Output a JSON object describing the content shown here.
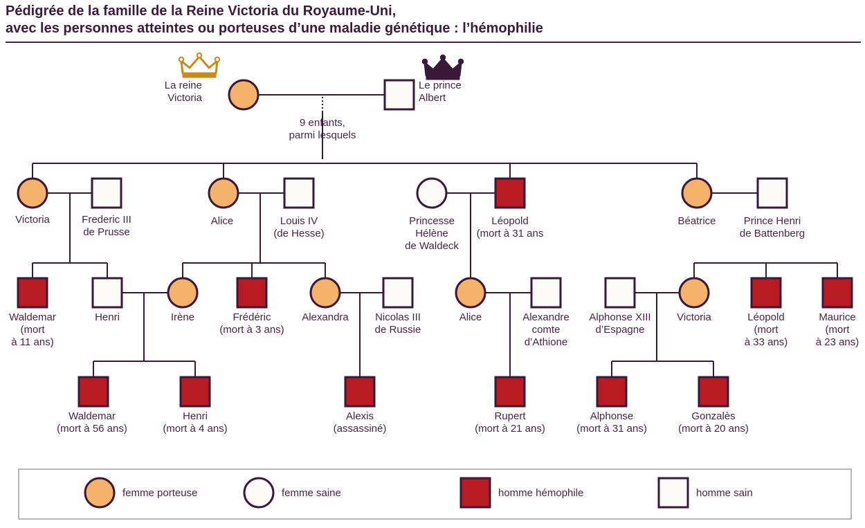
{
  "title": {
    "line1": "Pédigrée de la famille de la Reine Victoria du Royaume-Uni,",
    "line2": "avec les personnes atteintes ou porteuses d’une maladie génétique :  l’hémophilie"
  },
  "colors": {
    "stroke": "#3a1838",
    "carrier": "#f4b26b",
    "affected": "#b81b22",
    "healthy": "#fdfbf7",
    "crown_victoria": "#c98a19",
    "crown_albert": "#3a1838"
  },
  "icons": {
    "crown_victoria": "crown-icon",
    "crown_albert": "crown-icon"
  },
  "children_note": [
    "9 enfants,",
    "parmi lesquels"
  ],
  "people": {
    "victoria_queen": {
      "status": "carrier",
      "label": [
        "La reine",
        "Victoria"
      ]
    },
    "albert": {
      "status": "healthy",
      "label": [
        "Le prince",
        "Albert"
      ]
    },
    "victoria_daughter": {
      "status": "carrier",
      "label": [
        "Victoria"
      ]
    },
    "frederic": {
      "status": "healthy",
      "label": [
        "Frederic III",
        "de Prusse"
      ]
    },
    "alice": {
      "status": "carrier",
      "label": [
        "Alice"
      ]
    },
    "louis": {
      "status": "healthy",
      "label": [
        "Louis IV",
        "(de Hesse)"
      ]
    },
    "helene": {
      "status": "healthy",
      "label": [
        "Princesse",
        "Hélène",
        "de Waldeck"
      ]
    },
    "leopold": {
      "status": "affected",
      "label": [
        "Léopold",
        "(mort à 31 ans"
      ]
    },
    "beatrice": {
      "status": "carrier",
      "label": [
        "Béatrice"
      ]
    },
    "henri_battenberg": {
      "status": "healthy",
      "label": [
        "Prince Henri",
        "de Battenberg"
      ]
    },
    "waldemar1": {
      "status": "affected",
      "label": [
        "Waldemar",
        "(mort",
        "à 11 ans)"
      ]
    },
    "henri_prusse": {
      "status": "healthy",
      "label": [
        "Henri"
      ]
    },
    "irene": {
      "status": "carrier",
      "label": [
        "Irène"
      ]
    },
    "frederic_hesse": {
      "status": "affected",
      "label": [
        "Frédéric",
        "(mort à 3 ans)"
      ]
    },
    "alexandra": {
      "status": "carrier",
      "label": [
        "Alexandra"
      ]
    },
    "nicolas": {
      "status": "healthy",
      "label": [
        "Nicolas III",
        "de Russie"
      ]
    },
    "alice2": {
      "status": "carrier",
      "label": [
        "Alice"
      ]
    },
    "alexandre": {
      "status": "healthy",
      "label": [
        "Alexandre",
        "comte",
        "d’Athione"
      ]
    },
    "alphonse13": {
      "status": "healthy",
      "label": [
        "Alphonse XIII",
        "d’Espagne"
      ]
    },
    "victoria_eugenie": {
      "status": "carrier",
      "label": [
        "Victoria"
      ]
    },
    "leopold2": {
      "status": "affected",
      "label": [
        "Léopold",
        "(mort",
        "à 33 ans)"
      ]
    },
    "maurice": {
      "status": "affected",
      "label": [
        "Maurice",
        "(mort",
        "à 23 ans)"
      ]
    },
    "waldemar2": {
      "status": "affected",
      "label": [
        "Waldemar",
        "(mort à 56 ans)"
      ]
    },
    "henri2": {
      "status": "affected",
      "label": [
        "Henri",
        "(mort à 4 ans)"
      ]
    },
    "alexis": {
      "status": "affected",
      "label": [
        "Alexis",
        "(assassiné)"
      ]
    },
    "rupert": {
      "status": "affected",
      "label": [
        "Rupert",
        "(mort à 21 ans)"
      ]
    },
    "alphonse": {
      "status": "affected",
      "label": [
        "Alphonse",
        "(mort à 31 ans)"
      ]
    },
    "gonzales": {
      "status": "affected",
      "label": [
        "Gonzalès",
        "(mort à 20 ans)"
      ]
    }
  },
  "legend": [
    {
      "status": "carrier",
      "shape": "circle",
      "label": "femme porteuse"
    },
    {
      "status": "healthy",
      "shape": "circle",
      "label": "femme saine"
    },
    {
      "status": "affected",
      "shape": "square",
      "label": "homme hémophile"
    },
    {
      "status": "healthy",
      "shape": "square",
      "label": "homme sain"
    }
  ]
}
